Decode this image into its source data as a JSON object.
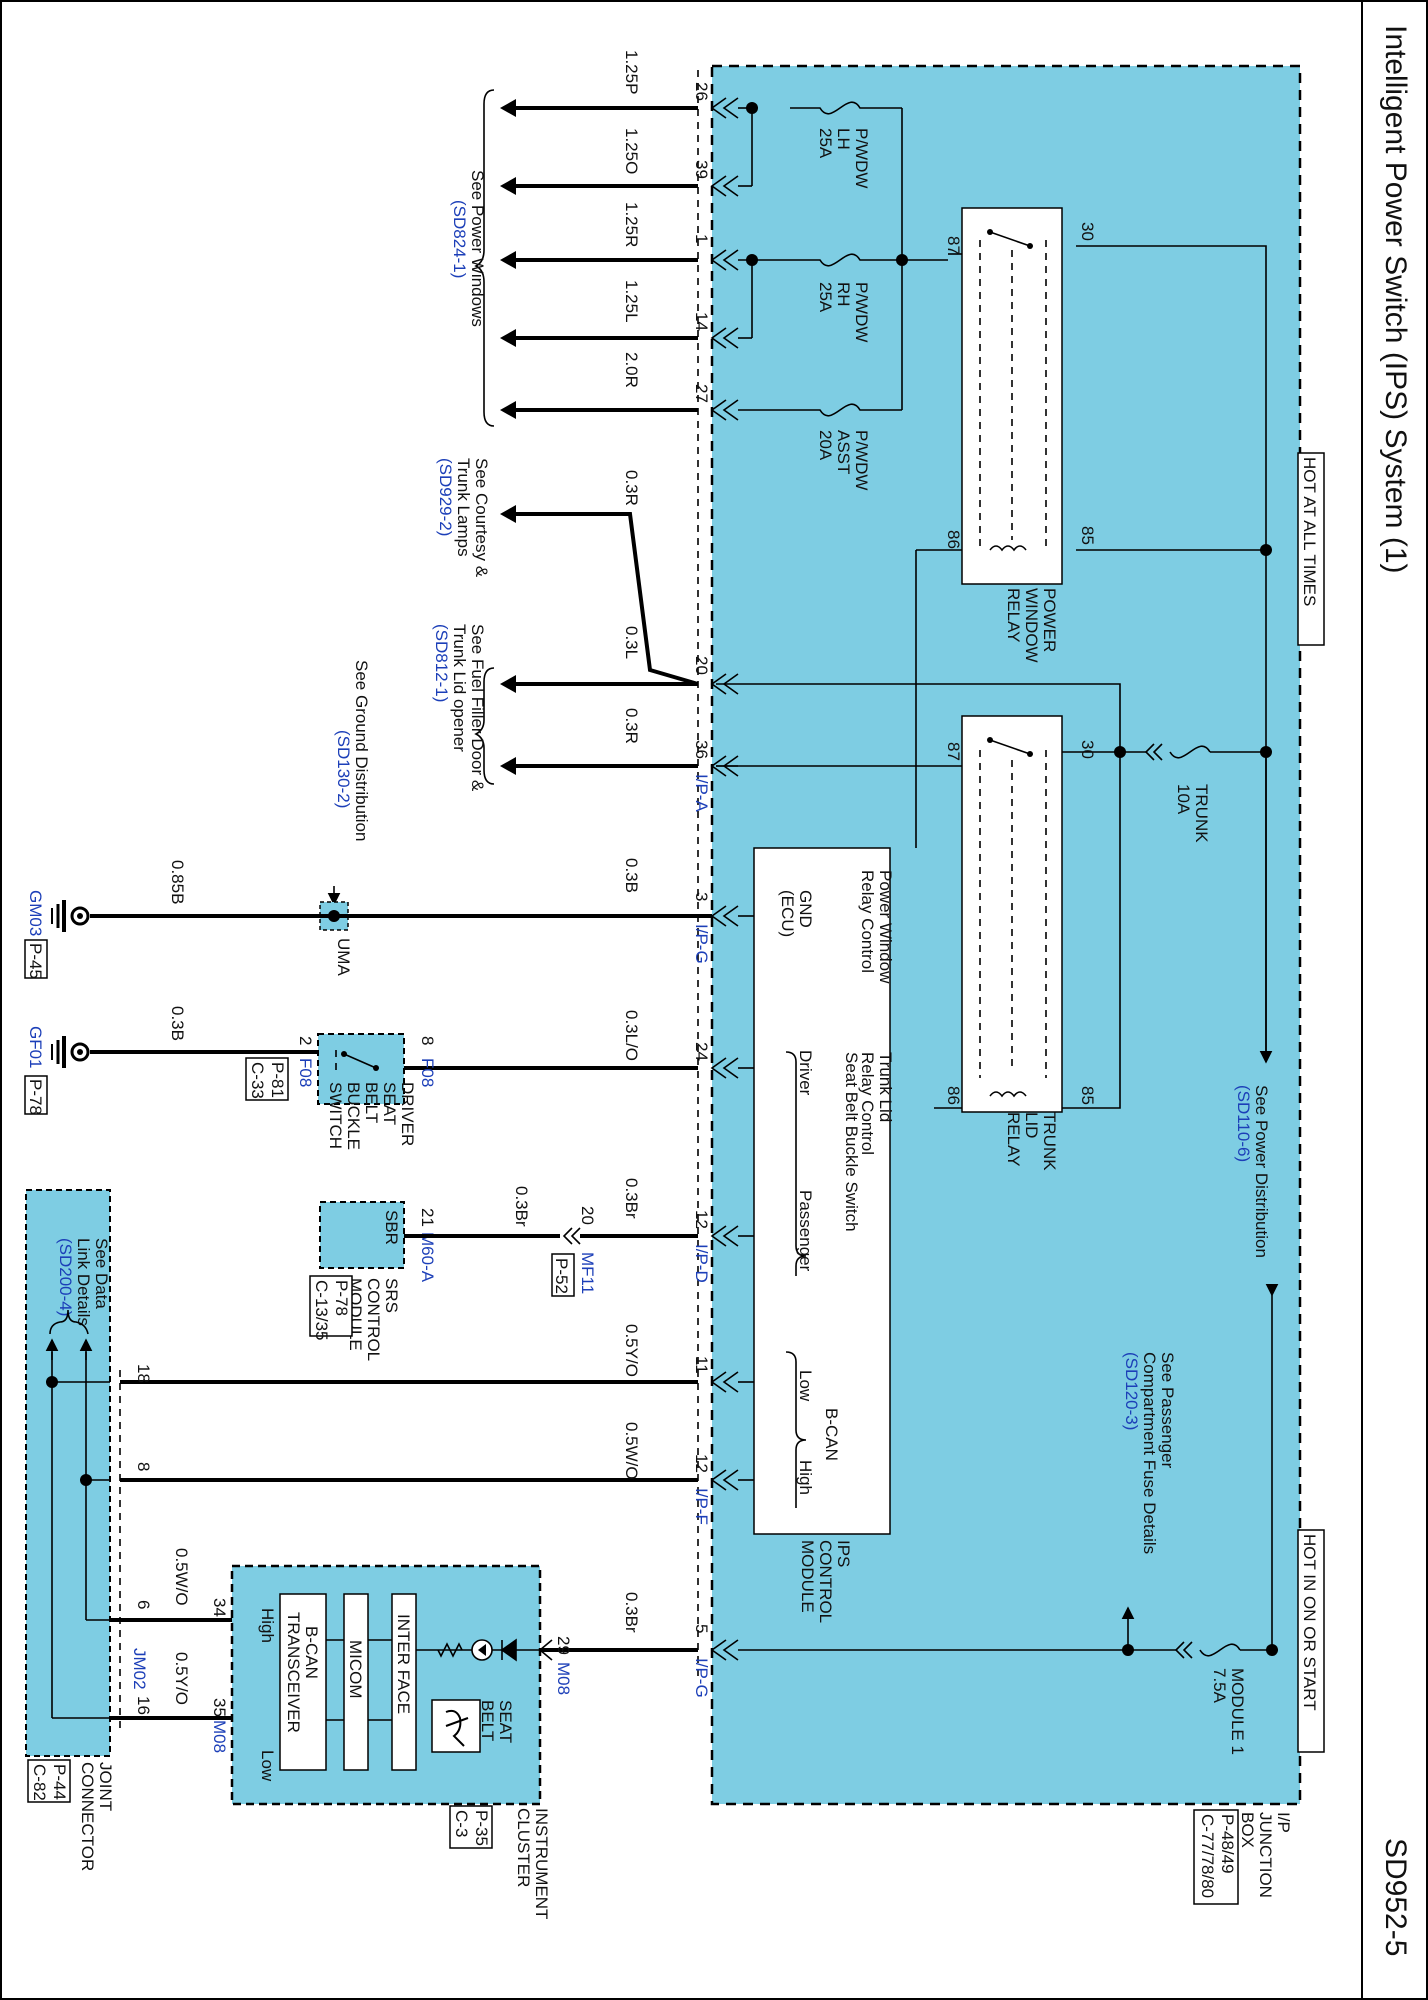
{
  "colors": {
    "module_fill": "#7ecde3",
    "wire": "#000000",
    "reference_text": "#1c3fb8",
    "page_bg": "#ffffff"
  },
  "header": {
    "title": "Intelligent Power Switch (IPS) System (1)",
    "page_id": "SD952-5"
  },
  "banners": {
    "hot_at_all_times": "HOT AT ALL TIMES",
    "hot_in_on_or_start": "HOT IN ON OR START"
  },
  "junction_box": {
    "name": [
      "I/P",
      "JUNCTION",
      "BOX"
    ],
    "ref": [
      "P-48/49",
      "C-77/78/80"
    ]
  },
  "power_distribution": {
    "label": "See Power Distribution",
    "ref": "(SD110-6)"
  },
  "passenger_fuse": {
    "label": [
      "See Passenger",
      "Compartment Fuse Details"
    ],
    "ref": "(SD120-3)"
  },
  "fuses": {
    "pwdw_lh": [
      "P/WDW",
      "LH",
      "25A"
    ],
    "pwdw_rh": [
      "P/WDW",
      "RH",
      "25A"
    ],
    "pwdw_asst": [
      "P/WDW",
      "ASST",
      "20A"
    ],
    "trunk": [
      "TRUNK",
      "10A"
    ],
    "module1": [
      "MODULE 1",
      "7.5A"
    ]
  },
  "relays": {
    "power_window": {
      "name": [
        "POWER",
        "WINDOW",
        "RELAY"
      ],
      "pins": [
        "30",
        "87",
        "86",
        "85"
      ]
    },
    "trunk_lid": {
      "name": [
        "TRUNK",
        "LID",
        "RELAY"
      ],
      "pins": [
        "30",
        "87",
        "86",
        "85"
      ]
    }
  },
  "ips_module": {
    "name": [
      "IPS",
      "CONTROL",
      "MODULE"
    ],
    "power_window_relay_control": [
      "Power Window",
      "Relay Control"
    ],
    "gnd": [
      "GND",
      "(ECU)"
    ],
    "trunk_lid_relay_control": [
      "Trunk Lid",
      "Relay Control"
    ],
    "seat_belt_buckle_switch": "Seat Belt Buckle Switch",
    "driver": "Driver",
    "passenger": "Passenger",
    "bcan": "B-CAN",
    "low": "Low",
    "high": "High"
  },
  "connectors": {
    "ip_a": "I/P-A",
    "ip_g": "I/P-G",
    "ip_d": "I/P-D",
    "ip_f": "I/P-F",
    "f08": "F08",
    "m60a": "M60-A",
    "mf11": "MF11",
    "m08": "M08",
    "jm02": "JM02",
    "gm03": "GM03",
    "gf01": "GF01"
  },
  "wires": {
    "w26": {
      "pin": "26",
      "gauge": "1.25P"
    },
    "w39": {
      "pin": "39",
      "gauge": "1.25O"
    },
    "w1": {
      "pin": "1",
      "gauge": "1.25R"
    },
    "w14": {
      "pin": "14",
      "gauge": "1.25L"
    },
    "w27": {
      "pin": "27",
      "gauge": "2.0R"
    },
    "courtesy": {
      "gauge": "0.3R"
    },
    "w20": {
      "pin": "20",
      "gauge": "0.3L"
    },
    "w36": {
      "pin": "36",
      "gauge": "0.3R"
    },
    "gnd": {
      "pin": "3",
      "gauge": "0.3B",
      "gauge_ground": "0.85B"
    },
    "driver": {
      "pin": "24",
      "gauge": "0.3L/O",
      "switch_pin_8": "8",
      "switch_pin_2": "2",
      "gauge_ground": "0.3B"
    },
    "passenger": {
      "pin": "12",
      "gauge": "0.3Br",
      "mf11_pin": "20",
      "gauge_srs": "0.3Br",
      "srs_pin": "21"
    },
    "bcan_low": {
      "pin": "11",
      "gauge": "0.5Y/O",
      "jc_pin": "18"
    },
    "bcan_high": {
      "pin": "12",
      "gauge": "0.5W/O",
      "jc_pin": "8"
    },
    "cluster": {
      "pin": "5",
      "gauge": "0.3Br",
      "m08_pin": "29"
    },
    "cl_high": {
      "pin": "34",
      "gauge": "0.5W/O",
      "jc_pin": "6"
    },
    "cl_low": {
      "pin": "35",
      "gauge": "0.5Y/O",
      "jc_pin": "16"
    }
  },
  "references": {
    "power_windows": {
      "label": "See Power Windows",
      "ref": "(SD824-1)"
    },
    "courtesy": {
      "label": [
        "See Courtesy &",
        "Trunk Lamps"
      ],
      "ref": "(SD929-2)"
    },
    "fuel_filler": {
      "label": [
        "See Fuel Filler Door &",
        "Trunk Lid opener"
      ],
      "ref": "(SD812-1)"
    },
    "ground": {
      "label": "See Ground Distribution",
      "ref": "(SD130-2)"
    },
    "data_link": {
      "label": [
        "See Data",
        "Link Details"
      ],
      "ref": "(SD200-4)"
    }
  },
  "uma": "UMA",
  "grounds": {
    "gm03_ref": "P-45",
    "gf01_ref": "P-78"
  },
  "driver_switch": {
    "name": [
      "DRIVER",
      "SEAT",
      "BELT",
      "BUCKLE",
      "SWITCH"
    ],
    "ref": [
      "P-81",
      "C-33"
    ]
  },
  "srs_module": {
    "inner": "SBR",
    "name": [
      "SRS",
      "CONTROL",
      "MODULE"
    ],
    "ref": [
      "P-78",
      "C-13/35"
    ]
  },
  "mf11_ref": "P-52",
  "cluster": {
    "name": [
      "INSTRUMENT",
      "CLUSTER"
    ],
    "ref": [
      "P-35",
      "C-3"
    ],
    "interface": "INTER FACE",
    "micom": "MICOM",
    "bcan_transceiver": [
      "B-CAN",
      "TRANSCEIVER"
    ],
    "high": "High",
    "low": "Low",
    "seat_belt": [
      "SEAT",
      "BELT"
    ]
  },
  "joint_connector": {
    "name": [
      "JOINT",
      "CONNECTOR"
    ],
    "ref": [
      "P-44",
      "C-82"
    ]
  }
}
